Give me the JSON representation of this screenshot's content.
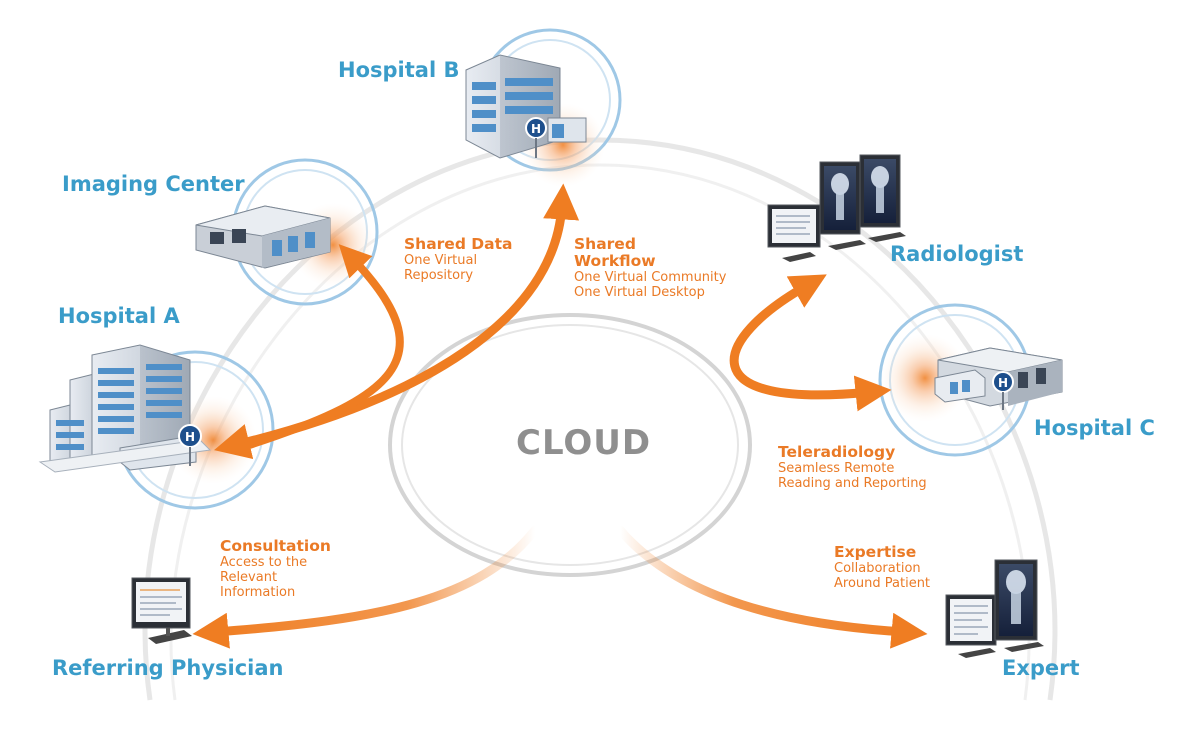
{
  "cloud": {
    "label": "CLOUD"
  },
  "nodes": {
    "hospital_b": "Hospital B",
    "imaging_center": "Imaging Center",
    "hospital_a": "Hospital A",
    "radiologist": "Radiologist",
    "hospital_c": "Hospital C",
    "referring_physician": "Referring Physician",
    "expert": "Expert"
  },
  "flows": {
    "shared_data": {
      "title": "Shared Data",
      "lines": [
        "One Virtual",
        "Repository"
      ]
    },
    "shared_workflow": {
      "title_lines": [
        "Shared",
        "Workflow"
      ],
      "lines": [
        "One Virtual Community",
        "One Virtual Desktop"
      ]
    },
    "teleradiology": {
      "title": "Teleradiology",
      "lines": [
        "Seamless Remote",
        "Reading and Reporting"
      ]
    },
    "consultation": {
      "title": "Consultation",
      "lines": [
        "Access to the",
        "Relevant",
        "Information"
      ]
    },
    "expertise": {
      "title": "Expertise",
      "lines": [
        "Collaboration",
        "Around Patient"
      ]
    }
  },
  "building_sign": "H",
  "colors": {
    "node_label": "#3a9cc9",
    "flow_text": "#ea7a26",
    "arrow": "#ef7d22",
    "cloud_text": "#8f8f8f",
    "ring": "#d9d9d9",
    "halo": "#9fc8e6"
  }
}
